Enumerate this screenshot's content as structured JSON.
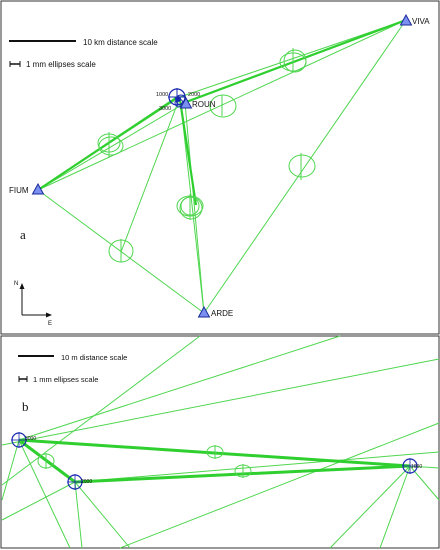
{
  "panel_a": {
    "letter": "a",
    "distance_scale": "10 km distance scale",
    "ellipse_scale": "1 mm ellipses scale",
    "stations": [
      "VIVA",
      "ROUN",
      "FIUM",
      "ARDE"
    ],
    "point_labels": [
      "1000",
      "2000",
      "3000"
    ],
    "north": "N",
    "east": "E"
  },
  "panel_b": {
    "letter": "b",
    "distance_scale": "10 m distance scale",
    "ellipse_scale": "1 mm ellipses scale",
    "point_labels": [
      "3000",
      "2000",
      "1000"
    ]
  },
  "colors": {
    "network_line": "#4fd64f",
    "strong_line": "#2fcf2f",
    "station_fill": "#7b8ff0",
    "station_stroke": "#1a2a9a",
    "marker": "#1a2ab0",
    "frame": "#333333"
  }
}
